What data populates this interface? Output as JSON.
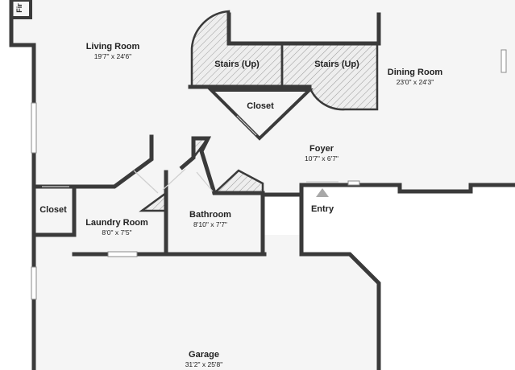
{
  "rooms": {
    "partial": {
      "label": "Fir"
    },
    "living": {
      "label": "Living Room",
      "dim": "19'7\" x 24'6\""
    },
    "stairs1": {
      "label": "Stairs (Up)"
    },
    "stairs2": {
      "label": "Stairs (Up)"
    },
    "closet_center": {
      "label": "Closet"
    },
    "dining": {
      "label": "Dining Room",
      "dim": "23'0\" x 24'3\""
    },
    "foyer": {
      "label": "Foyer",
      "dim": "10'7\" x 6'7\""
    },
    "closet_left": {
      "label": "Closet"
    },
    "laundry": {
      "label": "Laundry Room",
      "dim": "8'0\" x 7'5\""
    },
    "bathroom": {
      "label": "Bathroom",
      "dim": "8'10\" x 7'7\""
    },
    "entry": {
      "label": "Entry"
    },
    "garage": {
      "label": "Garage",
      "dim": "31'2\" x 25'8\""
    }
  },
  "colors": {
    "wall": "#3a3a3a",
    "floor": "#f5f5f5",
    "background": "#ffffff",
    "entry_marker": "#a8a8a8"
  }
}
